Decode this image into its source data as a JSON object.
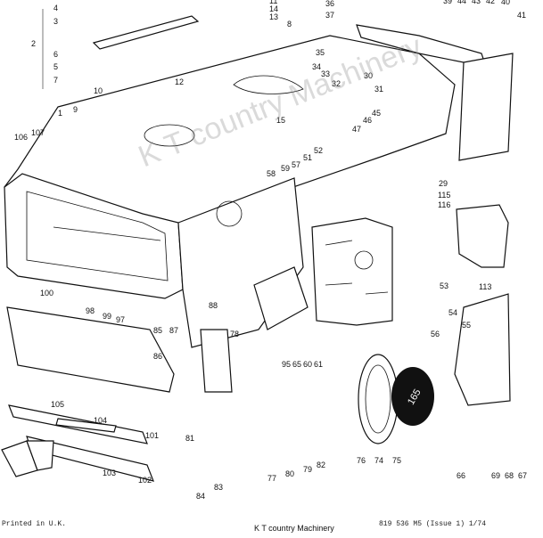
{
  "diagram": {
    "labels": [
      "1",
      "2",
      "3",
      "4",
      "5",
      "6",
      "7",
      "8",
      "9",
      "10",
      "11",
      "12",
      "13",
      "14",
      "15",
      "29",
      "30",
      "31",
      "32",
      "33",
      "34",
      "35",
      "36",
      "37",
      "39",
      "40",
      "41",
      "42",
      "43",
      "44",
      "45",
      "46",
      "47",
      "51",
      "52",
      "53",
      "54",
      "55",
      "56",
      "57",
      "58",
      "59",
      "60",
      "61",
      "65",
      "66",
      "67",
      "68",
      "69",
      "74",
      "75",
      "76",
      "77",
      "78",
      "79",
      "80",
      "81",
      "82",
      "83",
      "84",
      "85",
      "86",
      "87",
      "88",
      "95",
      "97",
      "98",
      "99",
      "100",
      "101",
      "102",
      "103",
      "104",
      "105",
      "106",
      "107",
      "113",
      "115",
      "116"
    ],
    "badge_text": "165",
    "watermark": "K T country Machinery"
  },
  "footer": {
    "left": "Printed in U.K.",
    "center": "K T country Machinery",
    "right": "819 536 M5 (Issue 1) 1/74"
  }
}
